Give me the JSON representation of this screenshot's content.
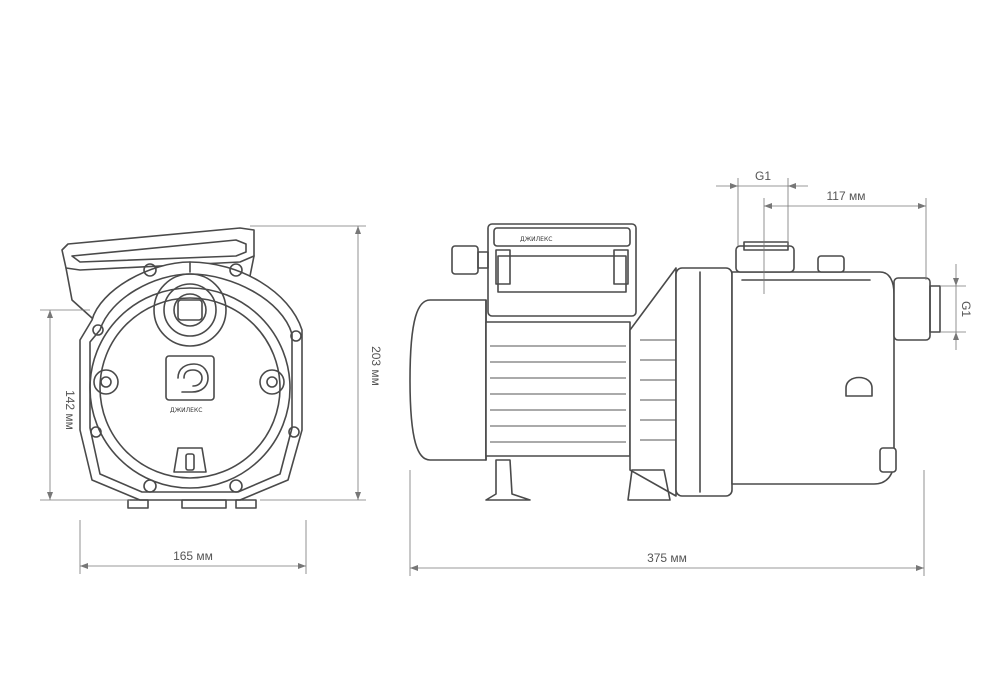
{
  "dimensions": {
    "front_width": "165 мм",
    "front_height_inner": "142 мм",
    "front_height_total": "203 мм",
    "side_length": "375 мм",
    "outlet_offset": "117 мм",
    "outlet_thread": "G1",
    "inlet_thread": "G1"
  },
  "brand": {
    "logo_text": "ДЖИЛЕКС"
  },
  "colors": {
    "line": "#4a4a4a",
    "dimension": "#777777",
    "background": "#ffffff"
  }
}
